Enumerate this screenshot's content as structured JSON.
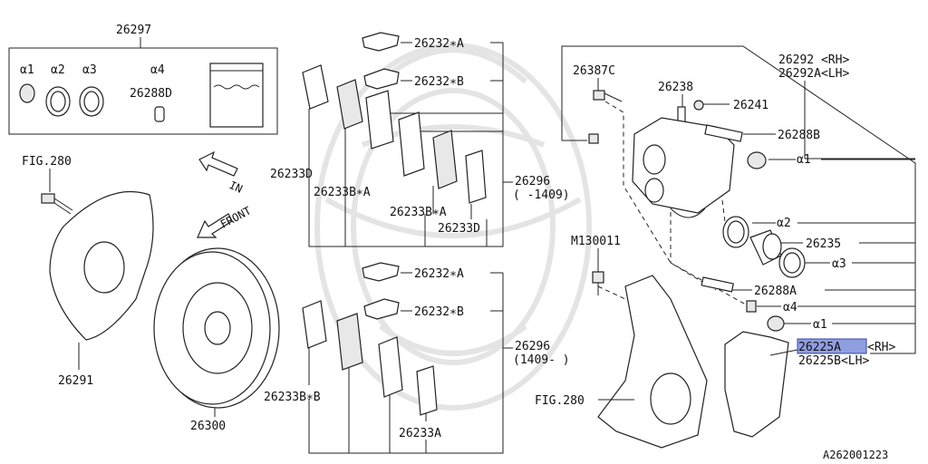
{
  "diagram_id": "A262001223",
  "kit_box": {
    "number": "26297",
    "items": [
      "α1",
      "α2",
      "α3",
      "α4"
    ],
    "part_a4": "26288D"
  },
  "left_labels": {
    "fig_top": "FIG.280",
    "in_label": "IN",
    "front_label": "FRONT",
    "backing_plate": "26291",
    "rotor": "26300"
  },
  "pads_upper": {
    "shim_a": "26232∗A",
    "shim_b": "26232∗B",
    "pad_d": "26233D",
    "pad_ba": "26233B∗A",
    "pad_ba2": "26233B∗A",
    "pad_d2": "26233D",
    "kit": "26296",
    "kit_range": "( -1409)"
  },
  "pads_lower": {
    "shim_a": "26232∗A",
    "shim_b": "26232∗B",
    "pad_bb": "26233B∗B",
    "pad_a": "26233A",
    "kit": "26296",
    "kit_range": "(1409- )"
  },
  "caliper": {
    "bolt": "26387C",
    "bleeder": "26238",
    "cap": "26241",
    "assy_rh": "26292 <RH>",
    "assy_lh": "26292A<LH>",
    "pin_b": "26288B",
    "a1": "α1",
    "a2": "α2",
    "piston": "26235",
    "a3": "α3",
    "pin_a": "26288A",
    "a4": "α4",
    "a1b": "α1",
    "m_bolt": "M130011",
    "support_rh": "26225A",
    "support_rh_side": "<RH>",
    "support_lh": "26225B<LH>",
    "fig_knuckle": "FIG.280"
  },
  "colors": {
    "highlight": "#8f9ee0"
  }
}
